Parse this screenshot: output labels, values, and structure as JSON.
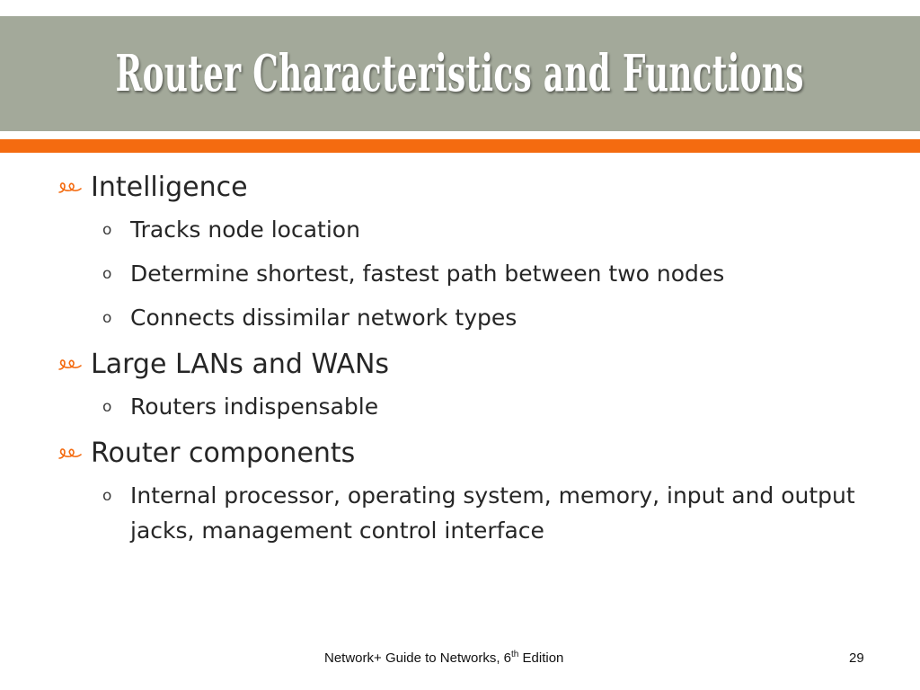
{
  "slide": {
    "title": "Router Characteristics and Functions"
  },
  "colors": {
    "title_band": "#a3a99a",
    "accent": "#f46b10",
    "text": "#262626"
  },
  "bullets": [
    {
      "text": "Intelligence",
      "icon": "swirl-bullet-icon",
      "sub": [
        "Tracks node location",
        "Determine shortest, fastest path between two nodes",
        "Connects dissimilar network types"
      ]
    },
    {
      "text": "Large LANs and WANs",
      "icon": "swirl-bullet-icon",
      "sub": [
        "Routers indispensable"
      ]
    },
    {
      "text": "Router components",
      "icon": "swirl-bullet-icon",
      "sub": [
        "Internal processor, operating system, memory, input and output jacks, management control interface"
      ]
    }
  ],
  "sub_bullet_glyph": "o",
  "footer": {
    "text_prefix": "Network+ Guide to Networks, 6",
    "superscript": "th",
    "text_suffix": " Edition",
    "page_number": "29"
  }
}
